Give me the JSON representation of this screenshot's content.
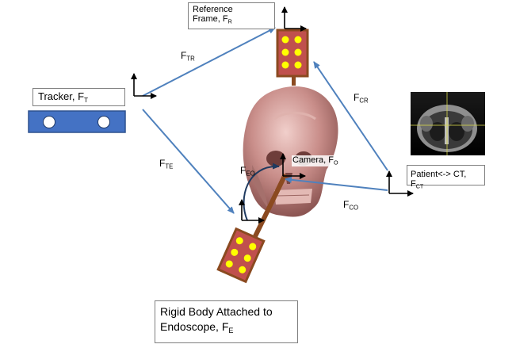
{
  "diagram": {
    "reference_box": {
      "line1": "Reference",
      "line2": "Frame, F",
      "sub": "R"
    },
    "tracker_box": {
      "text": "Tracker, F",
      "sub": "T"
    },
    "patient_box": {
      "text": "Patient<-> CT, F",
      "sub": "CT"
    },
    "camera_label": {
      "text": "Camera, F",
      "sub": "O"
    },
    "rigid_body_box": {
      "line1": "Rigid Body Attached to",
      "line2": "Endoscope, F",
      "sub": "E"
    },
    "transforms": {
      "f_tr": {
        "text": "F",
        "sub": "TR"
      },
      "f_cr": {
        "text": "F",
        "sub": "CR"
      },
      "f_te": {
        "text": "F",
        "sub": "TE"
      },
      "f_eo": {
        "text": "F",
        "sub": "EO"
      },
      "f_co": {
        "text": "F",
        "sub": "CO"
      }
    },
    "colors": {
      "arrow": "#4f81bd",
      "tracker_bar": "#4472c4",
      "marker_body": "#c0504d",
      "marker_dot": "#ffff00",
      "endoscope_shaft": "#8b4a20",
      "skull": "#c98e8a"
    }
  }
}
